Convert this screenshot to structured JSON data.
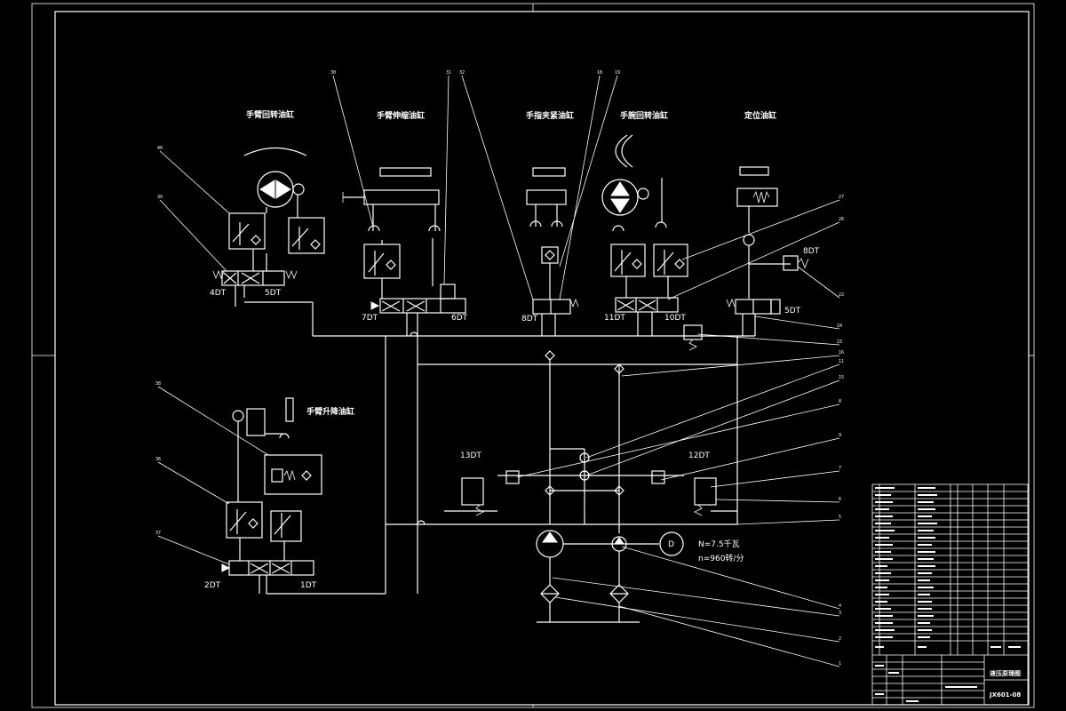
{
  "cylinders": {
    "arm_rotation": "手臂回转油缸",
    "arm_extend": "手臂伸缩油缸",
    "finger_clamp": "手指夹紧油缸",
    "wrist_rotation": "手腕回转油缸",
    "positioning": "定位油缸",
    "arm_lift": "手臂升降油缸"
  },
  "solenoids": {
    "dt1": "1DT",
    "dt2": "2DT",
    "dt4": "4DT",
    "dt5": "5DT",
    "dt5b": "5DT",
    "dt6": "6DT",
    "dt7": "7DT",
    "dt8": "8DT",
    "dt8b": "8DT",
    "dt10": "10DT",
    "dt11": "11DT",
    "dt12": "12DT",
    "dt13": "13DT"
  },
  "motor": {
    "symbol": "D",
    "power": "N=7.5千瓦",
    "speed": "n=960转/分"
  },
  "title_block": {
    "drawing_title": "液压原理图",
    "drawing_number": "JX601-08"
  }
}
